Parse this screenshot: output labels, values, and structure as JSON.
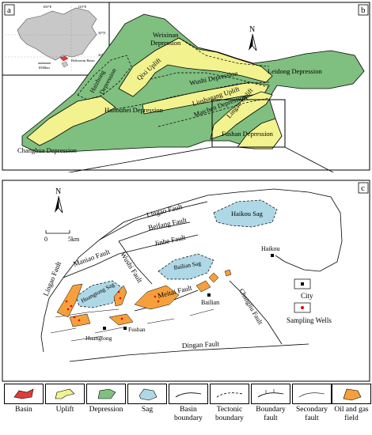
{
  "panels": {
    "a": "a",
    "b": "b",
    "c": "c"
  },
  "inset": {
    "lat1": "30°N",
    "lat2": "20°N",
    "lon1": "100°E",
    "lon2": "120°E",
    "scale": "1000km",
    "label": "Beibuwan Basin"
  },
  "north": "N",
  "panel_b": {
    "depressions": [
      "Weixinan Depression",
      "Leidong Depression",
      "Changhua Depression",
      "Haitoubei Depression",
      "Wushi Depression",
      "Maichen Depression",
      "Fushan Depression",
      "Haizhong Depression"
    ],
    "uplifts": [
      "Qixi Uplift",
      "Liushagang Uplift",
      "Lingao Uplift"
    ]
  },
  "panel_c": {
    "faults": [
      "Lingao Fault",
      "Beifang Fault",
      "Jinhe Fault",
      "Maniao Fault",
      "Wushi Fault",
      "Meitai Fault",
      "Changliu Fault",
      "Dingan Fault",
      "Lingao Fault"
    ],
    "sags": [
      "Haikou Sag",
      "Bailian Sag",
      "Huangtong Sag"
    ],
    "cities": [
      "Haikou",
      "Bailian",
      "Fushan",
      "Huangtong"
    ],
    "scale_zero": "0",
    "scale_len": "5km",
    "key": {
      "city": "City",
      "wells": "Sampling Wells"
    }
  },
  "legend": [
    "Basin",
    "Uplift",
    "Depression",
    "Sag",
    "Basin boundary",
    "Tectonic boundary",
    "Boundary fault",
    "Secondary fault",
    "Oil and gas field"
  ],
  "colors": {
    "depression": "#7fbf7f",
    "uplift": "#f2f28f",
    "sag": "#aed8e6",
    "oil_field": "#f5a03c",
    "basin": "#e03c3c",
    "well": "#e60000"
  }
}
